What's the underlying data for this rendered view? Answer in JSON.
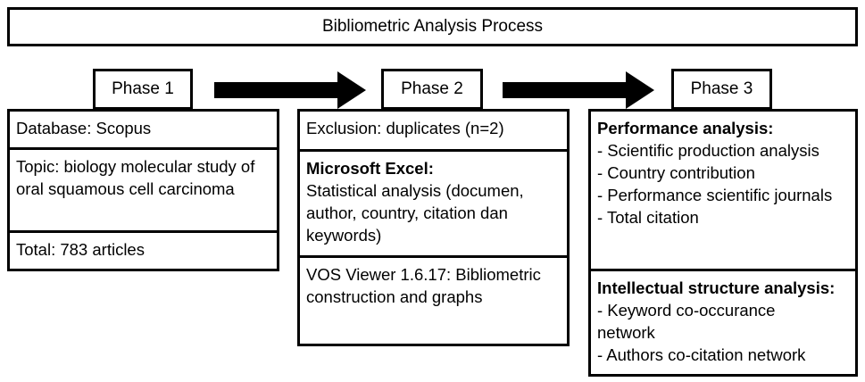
{
  "title": "Bibliometric Analysis Process",
  "phases": [
    {
      "label": "Phase 1",
      "boxes": [
        {
          "text": "Database: Scopus"
        },
        {
          "text": "Topic: biology molecular study of oral squamous cell carcinoma"
        },
        {
          "text": "Total: 783 articles"
        }
      ]
    },
    {
      "label": "Phase 2",
      "boxes": [
        {
          "text": "Exclusion: duplicates (n=2)"
        },
        {
          "heading": "Microsoft Excel:",
          "text": "Statistical analysis (documen, author, country, citation dan keywords)"
        },
        {
          "text": "VOS Viewer 1.6.17: Bibliometric construction and graphs"
        }
      ]
    },
    {
      "label": "Phase 3",
      "boxes": [
        {
          "heading": "Performance analysis:",
          "items": [
            "- Scientific production analysis",
            "- Country contribution",
            "- Performance scientific journals",
            "- Total citation"
          ]
        },
        {
          "heading": "Intellectual structure analysis:",
          "items": [
            "- Keyword co-occurance network",
            "- Authors co-citation network"
          ]
        }
      ]
    }
  ],
  "colors": {
    "line": "#000000",
    "background": "#ffffff"
  }
}
